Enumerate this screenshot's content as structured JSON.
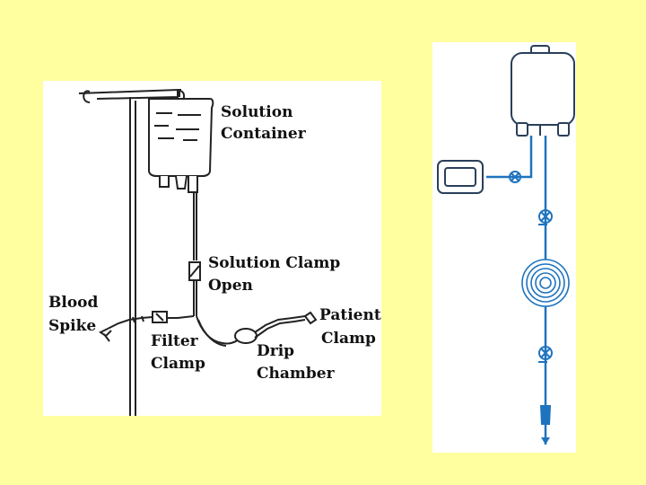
{
  "slide": {
    "background": "#ffffa0"
  },
  "left_diagram": {
    "labels": {
      "solution_line1": "Solution",
      "solution_line2": "Container",
      "clamp_line1": "Solution Clamp",
      "clamp_line2": "Open",
      "blood_line1": "Blood",
      "blood_line2": "Spike",
      "filter_line1": "Filter",
      "filter_line2": "Clamp",
      "drip_line1": "Drip",
      "drip_line2": "Chamber",
      "patient_line1": "Patient",
      "patient_line2": "Clamp"
    }
  },
  "right_diagram": {
    "line_color": "#1e73be",
    "outline_color": "#2a3f5a"
  }
}
